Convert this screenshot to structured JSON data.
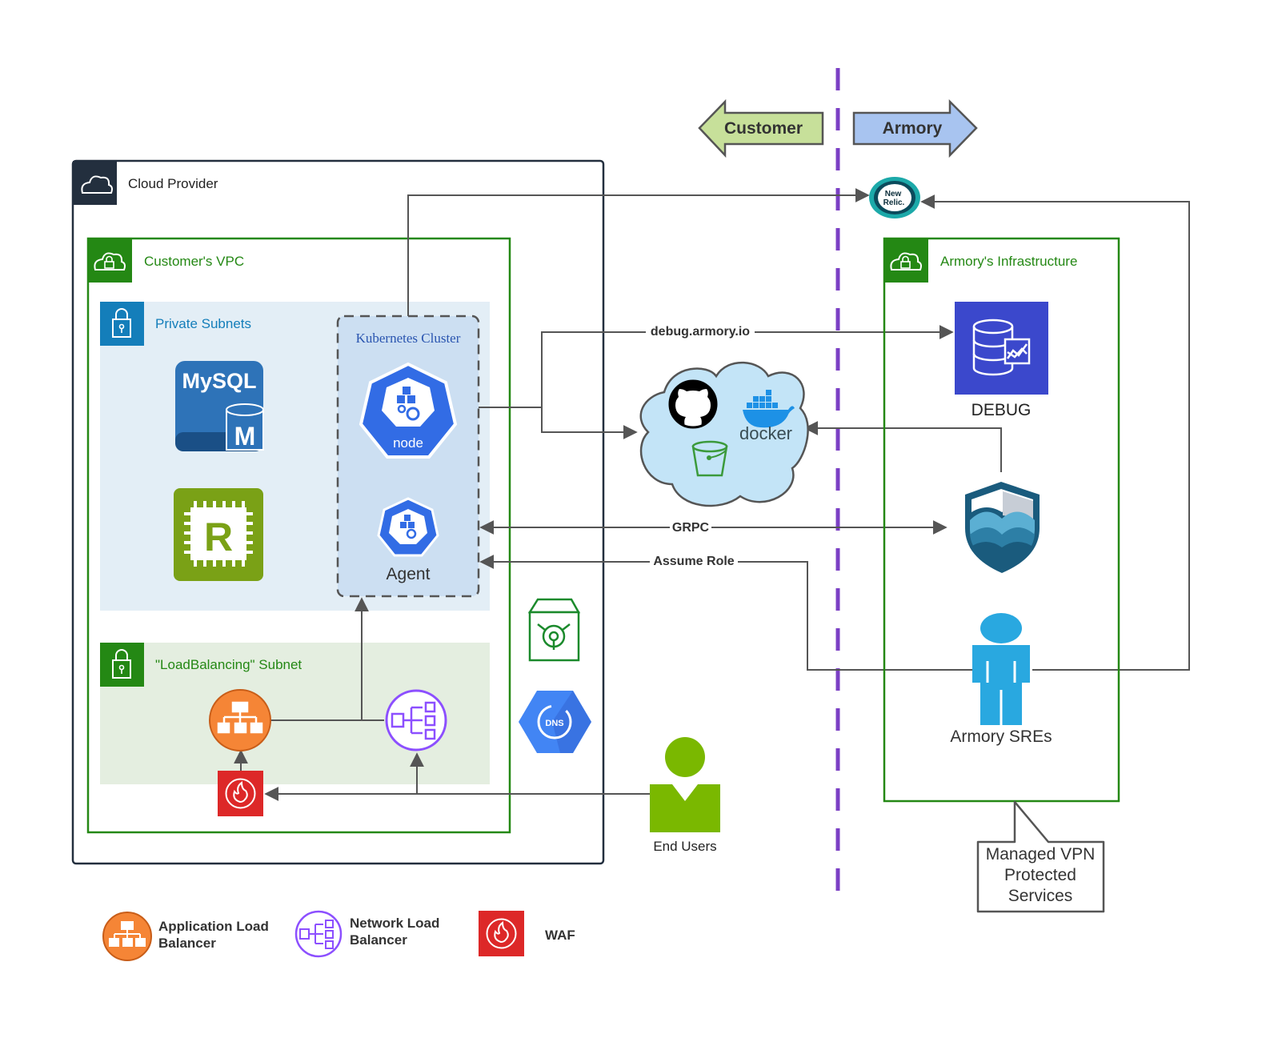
{
  "direction": {
    "customer": "Customer",
    "armory": "Armory"
  },
  "cloud_provider": {
    "label": "Cloud Provider"
  },
  "customer_vpc": {
    "label": "Customer's VPC"
  },
  "private_subnets": {
    "label": "Private Subnets"
  },
  "mysql": {
    "logo_text": "MySQL",
    "badge": "M"
  },
  "redis": {
    "badge": "R"
  },
  "k8s_cluster": {
    "label": "Kubernetes Cluster",
    "node_label": "node",
    "agent_label": "Agent"
  },
  "lb_subnet": {
    "label": "\"LoadBalancing\" Subnet"
  },
  "dns": {
    "badge": "DNS"
  },
  "end_users": {
    "label": "End Users"
  },
  "new_relic": {
    "line1": "New",
    "line2": "Relic."
  },
  "armory_infra": {
    "label": "Armory's  Infrastructure"
  },
  "debug": {
    "label": "DEBUG"
  },
  "cloud_services": {
    "docker_label": "docker"
  },
  "edges": {
    "debug_url": "debug.armory.io",
    "grpc": "GRPC",
    "assume_role": "Assume Role"
  },
  "armory_sres": {
    "label": "Armory SREs"
  },
  "vpn_callout": {
    "line1": "Managed VPN",
    "line2": "Protected",
    "line3": "Services"
  },
  "legend": {
    "alb": {
      "line1": "Application Load",
      "line2": "Balancer"
    },
    "nlb": {
      "line1": "Network Load",
      "line2": "Balancer"
    },
    "waf": {
      "label": "WAF"
    }
  },
  "colors": {
    "cloud_border": "#232f3e",
    "vpc_green": "#248814",
    "private_blue": "#147eba",
    "private_fill": "#e3eef6",
    "lb_fill": "#e4eee0",
    "k8s_blue": "#326ce5",
    "alb_orange": "#f58536",
    "nlb_purple": "#8c4fff",
    "waf_red": "#dd2828",
    "divider_purple": "#7b3fc4",
    "customer_arrow": "#c7e09a",
    "armory_arrow": "#a8c4f0",
    "debug_blue": "#3b48cc",
    "sre_blue": "#29a8e0",
    "end_user_green": "#7ab800"
  }
}
